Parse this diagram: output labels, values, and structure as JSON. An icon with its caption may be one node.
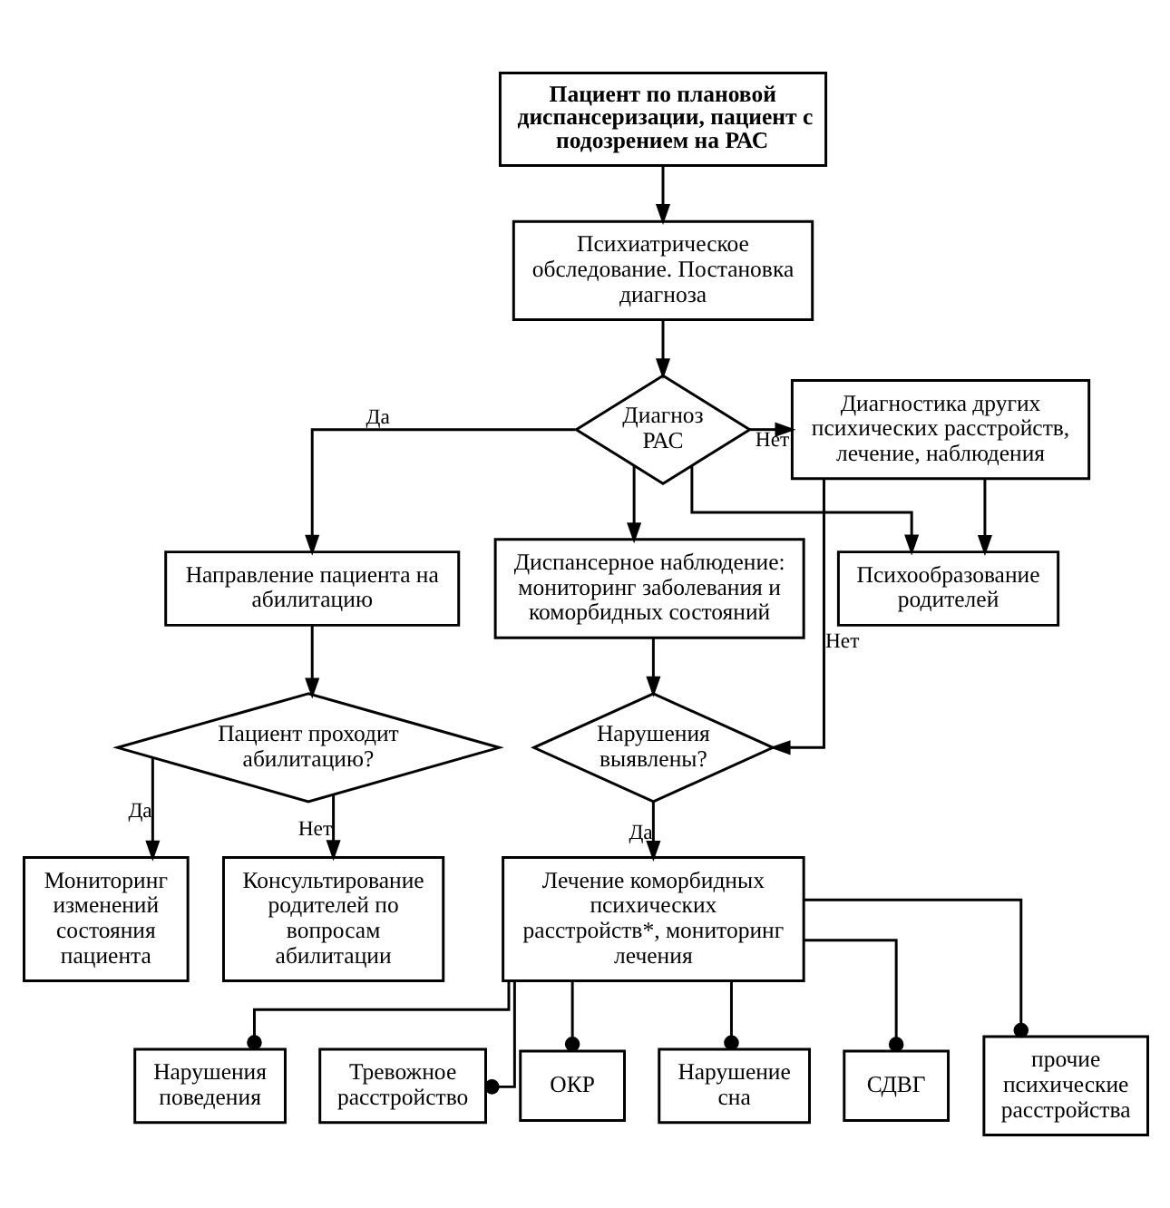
{
  "diagram": {
    "nodes": [
      {
        "text": [
          "Пациент по плановой диспансеризации, пациент с подозрением на РАС"
        ]
      },
      {
        "text": [
          "Психиатрическое обследование. Постановка диагноза"
        ]
      },
      {
        "text": [
          "Диагноз РАС"
        ]
      },
      {
        "text": [
          "Диагностика других психических расстройств, лечение, наблюдения"
        ]
      },
      {
        "text": [
          "Направление пациента на абилитацию"
        ]
      },
      {
        "text": [
          "Диспансерное наблюдение: мониторинг заболевания и коморбидных состояний"
        ]
      },
      {
        "text": [
          "Психообразование родителей"
        ]
      },
      {
        "text": [
          "Пациент проходит абилитацию?"
        ]
      },
      {
        "text": [
          "Нарушения выявлены?"
        ]
      },
      {
        "text": [
          "Мониторинг изменений состояния пациента"
        ]
      },
      {
        "text": [
          "Консультирование родителей по вопросам абилитации"
        ]
      },
      {
        "text": [
          "Лечение коморбидных психических расстройств*, мониторинг лечения"
        ]
      },
      {
        "text": [
          "Нарушения поведения"
        ]
      },
      {
        "text": [
          "Тревожное расстройство"
        ]
      },
      {
        "text": [
          "ОКР"
        ]
      },
      {
        "text": [
          "Нарушение сна"
        ]
      },
      {
        "text": [
          "СДВГ"
        ]
      },
      {
        "text": [
          "прочие психические расстройства"
        ]
      }
    ],
    "edges": [
      {
        "from": 0,
        "to": 1,
        "arrow": "to"
      },
      {
        "from": 1,
        "to": 2,
        "arrow": "to"
      },
      {
        "from": 2,
        "to": 3,
        "arrow": "to",
        "label": "Нет"
      },
      {
        "from": 2,
        "to": 4,
        "arrow": "to",
        "label": "Да"
      },
      {
        "from": 2,
        "to": 5,
        "arrow": "to"
      },
      {
        "from": 2,
        "to": 6,
        "arrow": "to"
      },
      {
        "from": 3,
        "to": 8,
        "arrow": "to",
        "label": "Нет"
      },
      {
        "from": 3,
        "to": 6,
        "arrow": "to"
      },
      {
        "from": 4,
        "to": 7,
        "arrow": "to"
      },
      {
        "from": 5,
        "to": 8,
        "arrow": "to"
      },
      {
        "from": 7,
        "to": 9,
        "arrow": "to",
        "label": "Да"
      },
      {
        "from": 7,
        "to": 10,
        "arrow": "to",
        "label": "Нет"
      },
      {
        "from": 8,
        "to": 11,
        "arrow": "to",
        "label": "Да"
      },
      {
        "from": 11,
        "to": 12,
        "arrow": "other"
      },
      {
        "from": 11,
        "to": 13,
        "arrow": "other"
      },
      {
        "from": 11,
        "to": 14,
        "arrow": "other"
      },
      {
        "from": 11,
        "to": 15,
        "arrow": "other"
      },
      {
        "from": 11,
        "to": 16,
        "arrow": "other"
      },
      {
        "from": 11,
        "to": 17,
        "arrow": "other"
      }
    ]
  }
}
